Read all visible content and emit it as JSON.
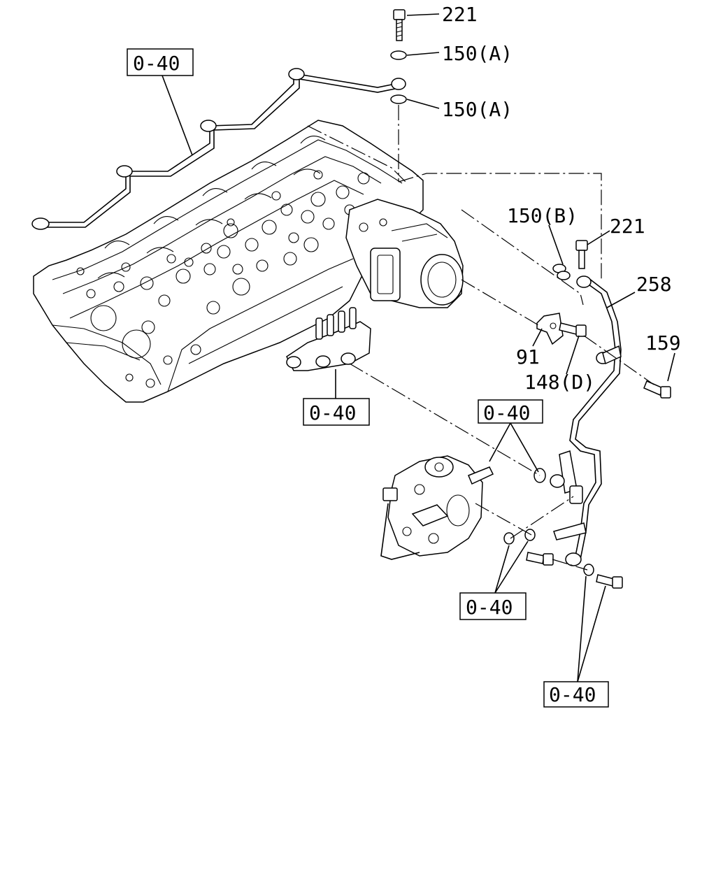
{
  "callouts": {
    "bolt_top": "221",
    "washer_top_upper": "150(A)",
    "washer_top_lower": "150(A)",
    "washer_b": "150(B)",
    "bolt_right": "221",
    "fuel_pipe": "258",
    "bolt_159": "159",
    "bracket": "91",
    "bolt_148": "148(D)"
  },
  "ref_boxes": {
    "injector_pipes": "0-40",
    "injectors": "0-40",
    "pump_gasket": "0-40",
    "pump_washers": "0-40",
    "pump_bolt": "0-40"
  }
}
